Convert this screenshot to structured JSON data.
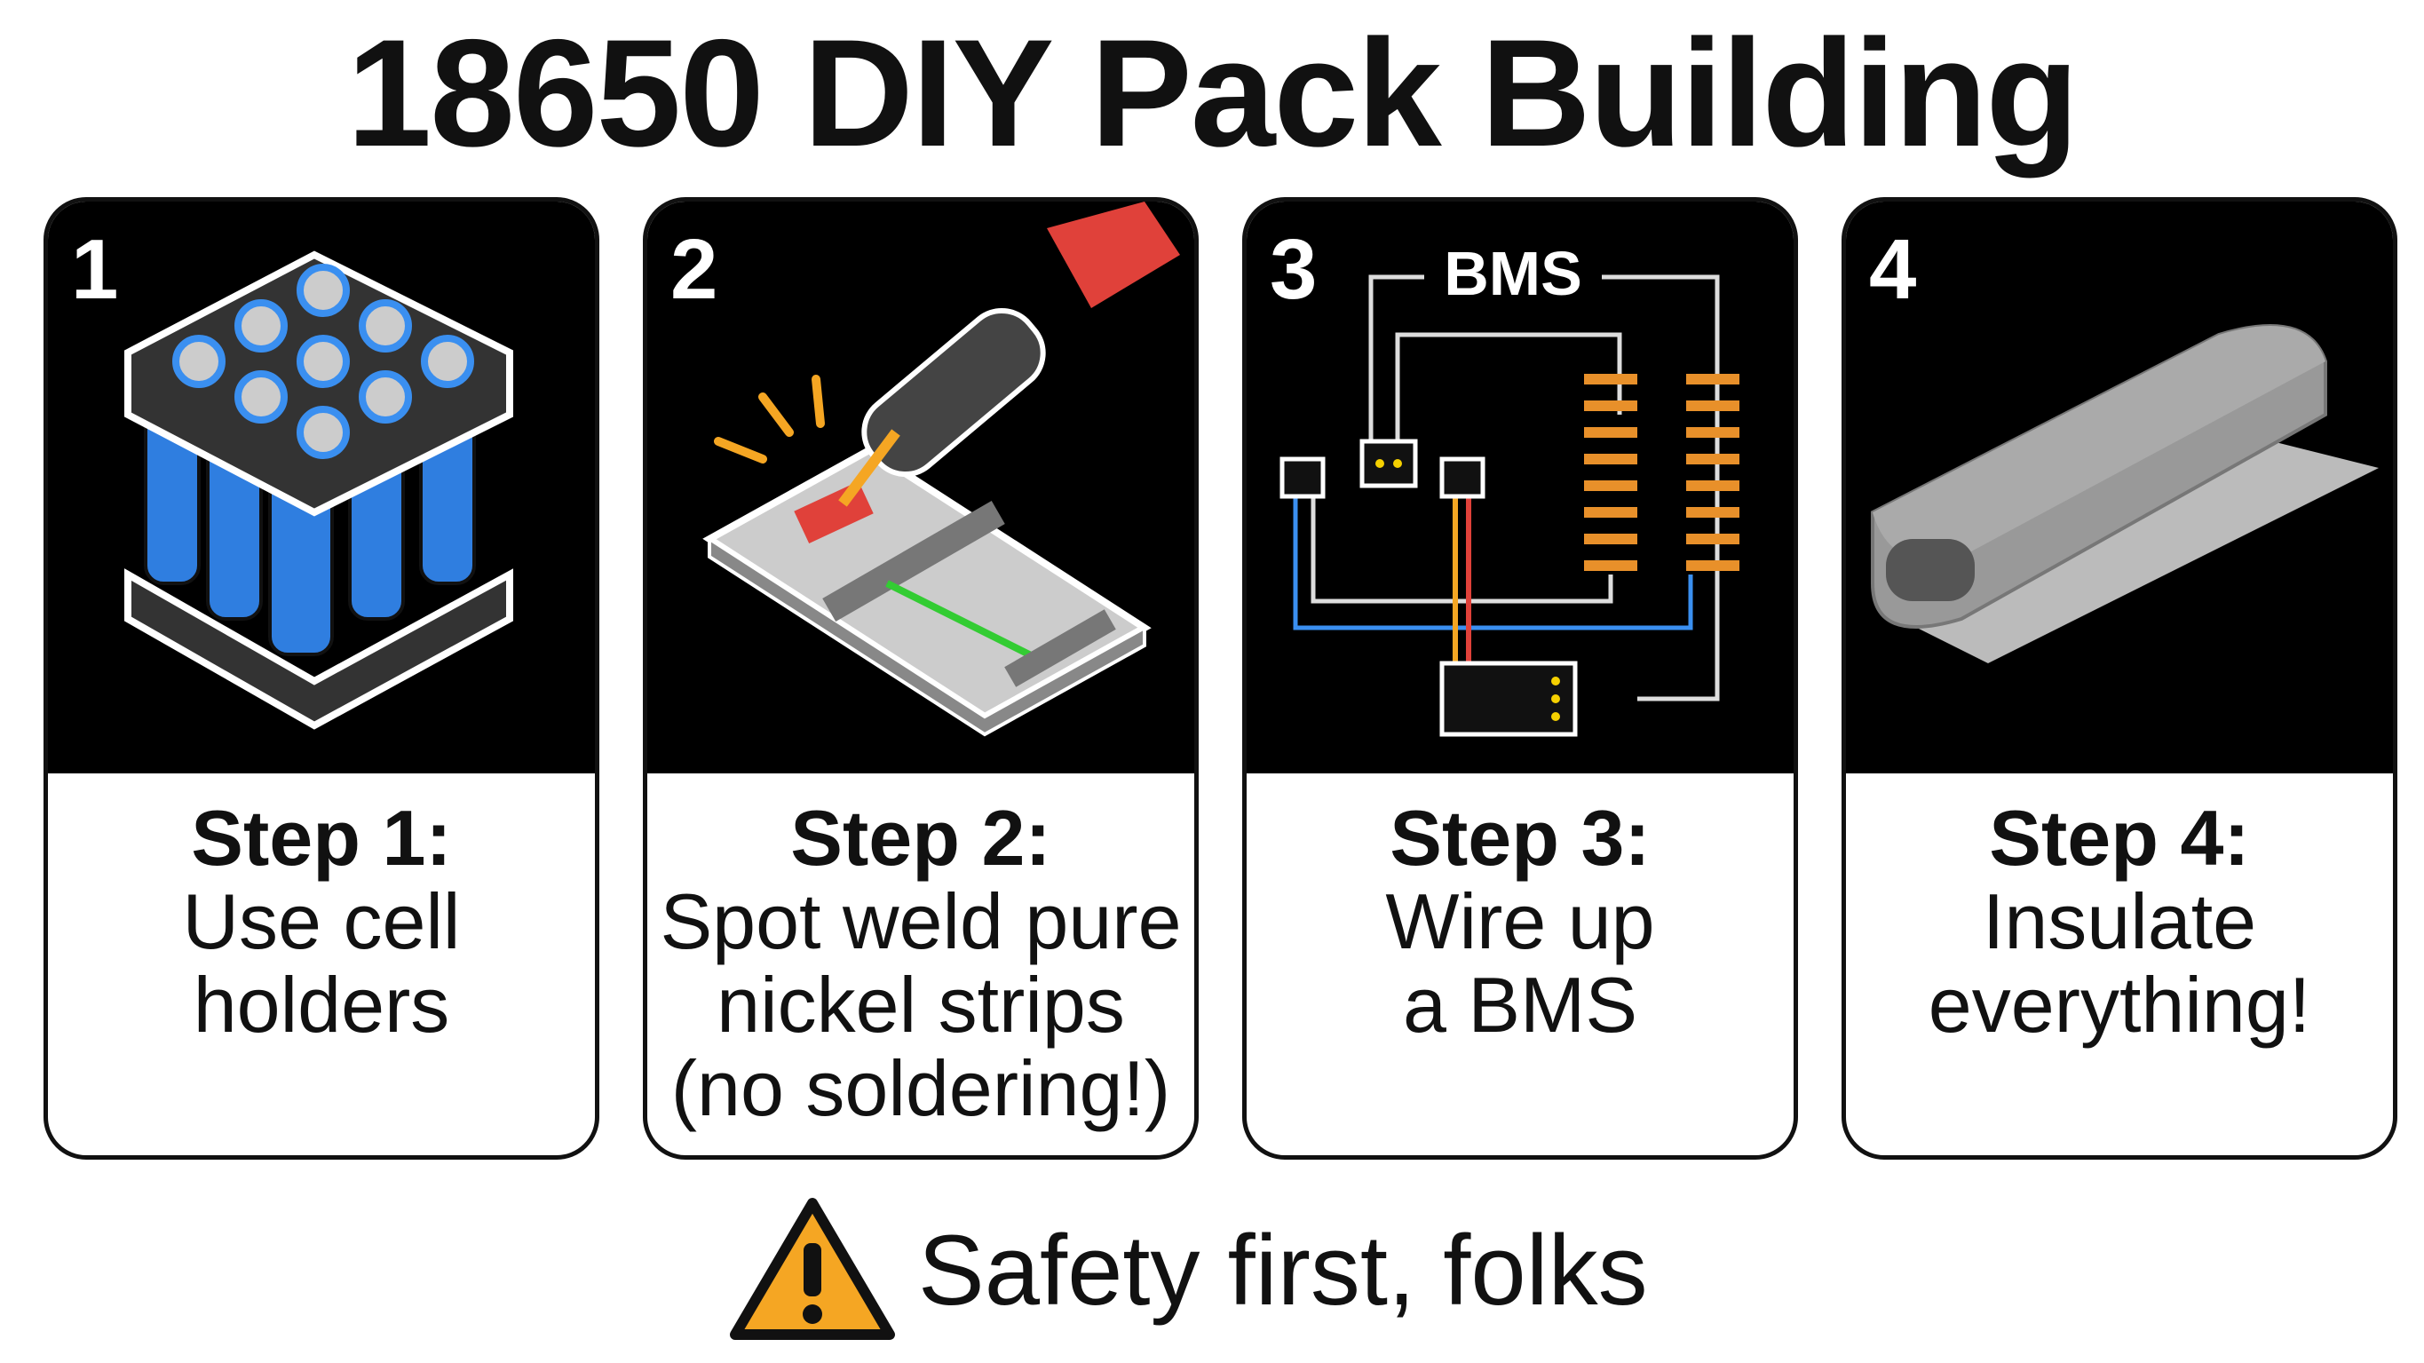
{
  "title": "18650 DIY Pack Building",
  "steps": [
    {
      "number": "1",
      "step": "Step 1:",
      "text": [
        "Use cell",
        "holders"
      ],
      "icon": "cell-holder-icon"
    },
    {
      "number": "2",
      "step": "Step 2:",
      "text": [
        "Spot weld pure",
        "nickel strips",
        "(no soldering!)"
      ],
      "icon": "spot-welder-icon"
    },
    {
      "number": "3",
      "step": "Step 3:",
      "text": [
        "Wire up",
        "a BMS"
      ],
      "icon": "bms-wiring-icon",
      "diagram_label": "BMS"
    },
    {
      "number": "4",
      "step": "Step 4:",
      "text": [
        "Insulate",
        "everything!"
      ],
      "icon": "insulation-sleeve-icon"
    }
  ],
  "footer": {
    "icon": "warning-icon",
    "text": "Safety first, folks"
  },
  "colors": {
    "cell_blue": "#2f7ee0",
    "warning": "#f5a623",
    "coil": "#e8902a",
    "weld_red": "#e0413a"
  }
}
